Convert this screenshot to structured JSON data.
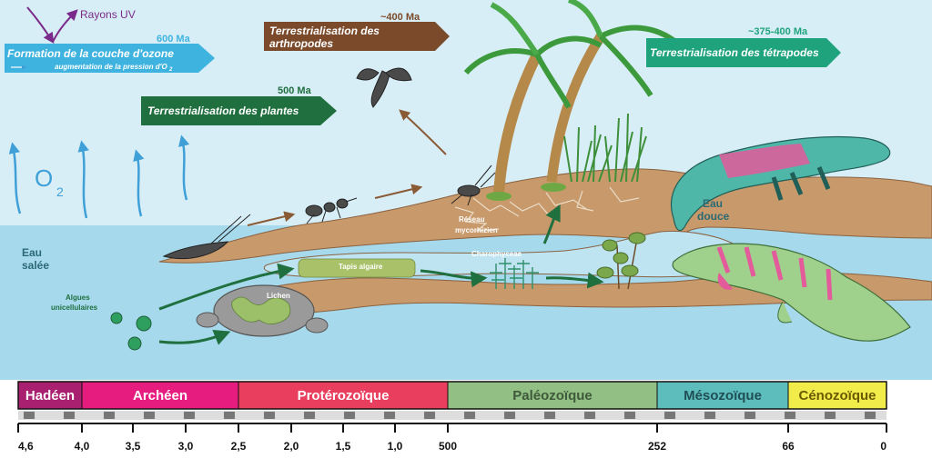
{
  "labels": {
    "uv": "Rayons UV",
    "o2": "O",
    "o2_sub": "2",
    "ozone_title": "Formation de la couche d'ozone",
    "ozone_sub": "augmentation de la pression d'O",
    "ozone_sub2": "2",
    "ozone_ma": "600 Ma",
    "plants_title": "Terrestrialisation des plantes",
    "plants_ma": "500 Ma",
    "arthro_title1": "Terrestrialisation des",
    "arthro_title2": "arthropodes",
    "arthro_ma": "~400 Ma",
    "tetra_title": "Terrestrialisation des tétrapodes",
    "tetra_ma": "~375-400 Ma",
    "eau_salee1": "Eau",
    "eau_salee2": "salée",
    "eau_douce1": "Eau",
    "eau_douce2": "douce",
    "algues1": "Algues",
    "algues2": "unicellulaires",
    "lichen": "Lichen",
    "tapis": "Tapis algaire",
    "charo": "Charophyceae",
    "reseau1": "Réseau",
    "reseau2": "mycorhizien"
  },
  "eras": [
    {
      "name": "Hadéen",
      "color": "#a8206f"
    },
    {
      "name": "Archéen",
      "color": "#e61d7e"
    },
    {
      "name": "Protérozoïque",
      "color": "#ea3e5e"
    },
    {
      "name": "Paléozoïque",
      "color": "#91bf84"
    },
    {
      "name": "Mésozoïque",
      "color": "#5dbcbc"
    },
    {
      "name": "Cénozoïque",
      "color": "#f1ec4a"
    }
  ],
  "ticks": [
    "4,6",
    "4,0",
    "3,5",
    "3,0",
    "2,5",
    "2,0",
    "1,5",
    "1,0",
    "500",
    "252",
    "66",
    "0"
  ],
  "colors": {
    "sky": "#d8eef7",
    "water": "#a6d9ec",
    "land": "#c8996a",
    "ozone_arrow": "#3fb3df",
    "plants_arrow": "#1f6f3f",
    "arthro_arrow": "#7a4a2a",
    "tetra_arrow": "#1fa37c"
  }
}
